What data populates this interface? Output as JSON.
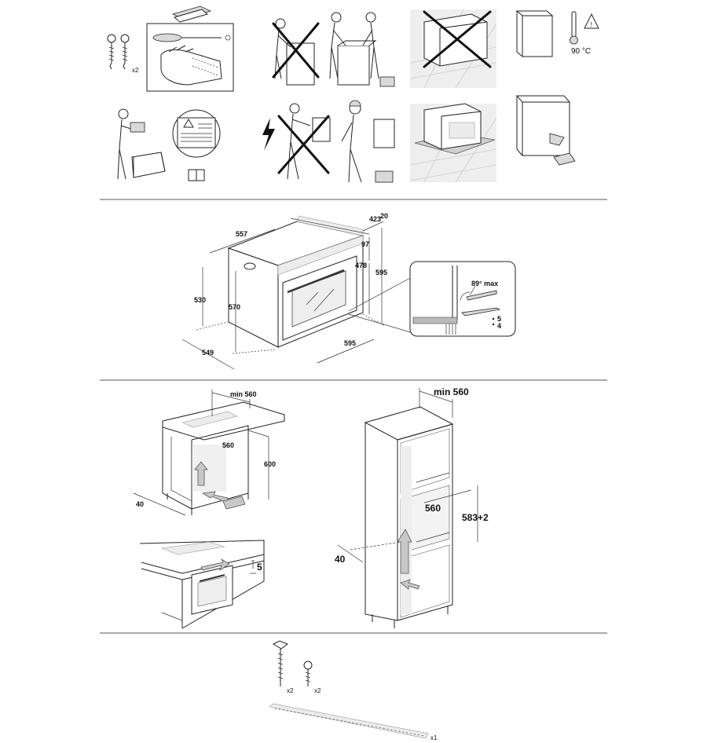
{
  "safety": {
    "screws_qty": "x2",
    "temperature": "90 °C"
  },
  "dimensions": {
    "d423": "423",
    "d20": "20",
    "d557": "557",
    "d97": "97",
    "d478": "478",
    "d595_h": "595",
    "d530": "530",
    "d570": "570",
    "d549": "549",
    "d595_w": "595",
    "angle": "89° max",
    "d5": "5",
    "d4": "4"
  },
  "under_counter": {
    "min_width": "min 560",
    "inner_width": "560",
    "height": "600",
    "depth_gap": "40",
    "top_gap": "5"
  },
  "column": {
    "min_width": "min 560",
    "inner_width": "560",
    "height": "583+2",
    "depth_gap": "40"
  },
  "hardware": {
    "long_screw_qty": "x2",
    "short_screw_qty": "x2",
    "strip_qty": "x1"
  }
}
